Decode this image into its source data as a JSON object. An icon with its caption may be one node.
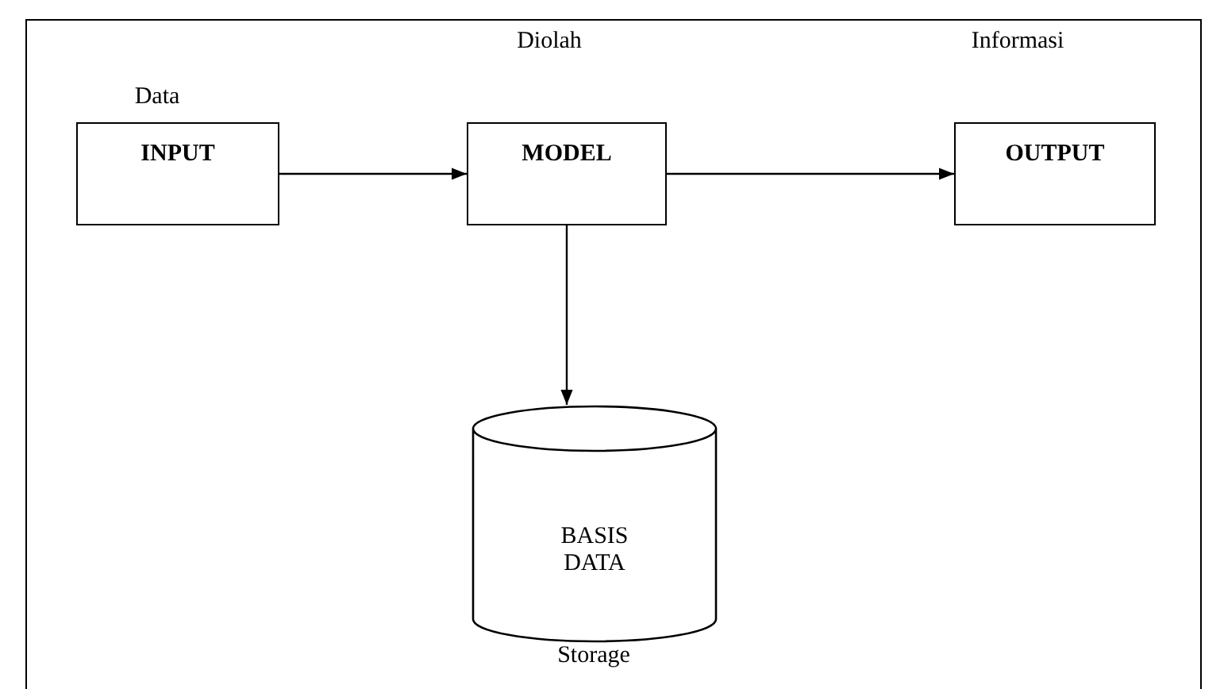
{
  "diagram": {
    "nodes": [
      {
        "text": [
          "INPUT"
        ],
        "beside": [
          "Data"
        ]
      },
      {
        "text": [
          "MODEL"
        ],
        "beside": [
          "Diolah"
        ]
      },
      {
        "text": [
          "OUTPUT"
        ],
        "beside": [
          "Informasi"
        ]
      },
      {
        "text": [
          "BASIS DATA"
        ],
        "beside": [
          "Storage"
        ]
      }
    ],
    "edges": [
      {
        "from": 0,
        "to": 1,
        "arrow": "to"
      },
      {
        "from": 1,
        "to": 2,
        "arrow": "to"
      },
      {
        "from": 1,
        "to": 3,
        "arrow": "to"
      }
    ]
  }
}
